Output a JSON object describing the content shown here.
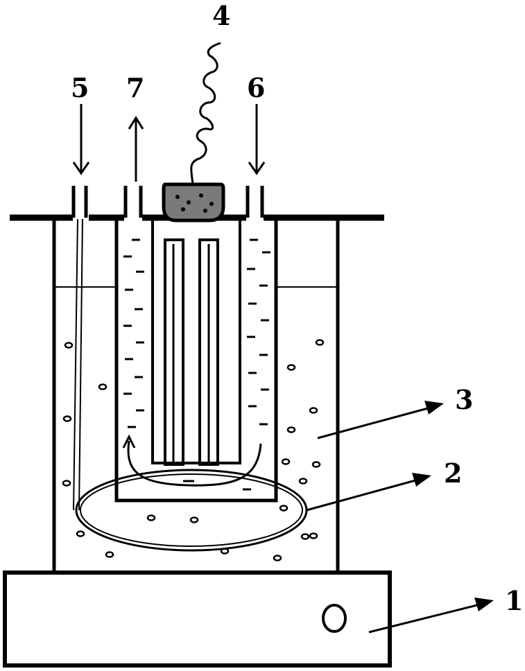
{
  "labels": {
    "base_unit": "1",
    "coil": "2",
    "outer_liquid": "3",
    "lead_wire": "4",
    "inlet_left": "5",
    "inlet_right": "6",
    "outlet": "7"
  },
  "colors": {
    "ink": "#000000",
    "background": "#ffffff",
    "stopper": "#7a7a7a"
  }
}
